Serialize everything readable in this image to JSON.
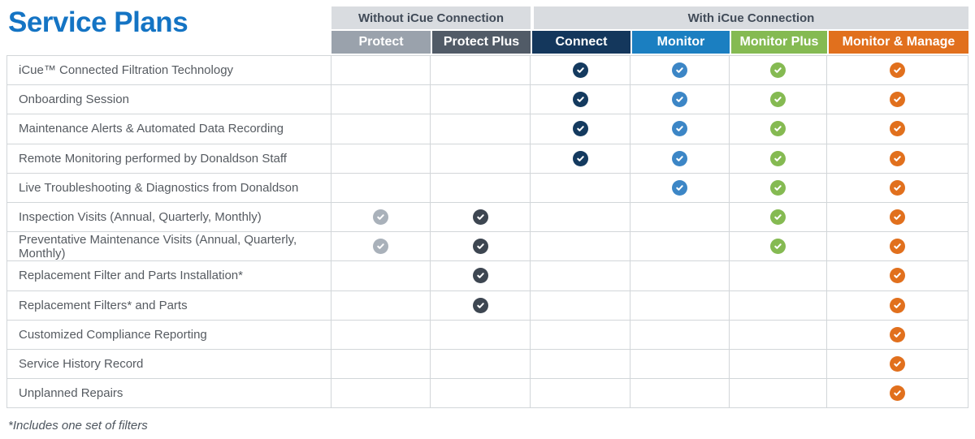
{
  "title": "Service Plans",
  "footnote": "*Includes one set of filters",
  "groups": [
    {
      "id": "without",
      "label": "Without iCue Connection"
    },
    {
      "id": "with",
      "label": "With iCue Connection"
    }
  ],
  "plans": [
    {
      "id": "protect",
      "label": "Protect",
      "header_bg": "#9aa2ac",
      "check_color": "#a9b1ba",
      "group": "without"
    },
    {
      "id": "protect-plus",
      "label": "Protect Plus",
      "header_bg": "#515b67",
      "check_color": "#3d4651",
      "group": "without"
    },
    {
      "id": "connect",
      "label": "Connect",
      "header_bg": "#14375c",
      "check_color": "#143a5f",
      "group": "with"
    },
    {
      "id": "monitor",
      "label": "Monitor",
      "header_bg": "#1b7fc1",
      "check_color": "#3c86c6",
      "group": "with"
    },
    {
      "id": "monitor-plus",
      "label": "Monitor Plus",
      "header_bg": "#85ba52",
      "check_color": "#85ba52",
      "group": "with"
    },
    {
      "id": "monitor-manage",
      "label": "Monitor & Manage",
      "header_bg": "#e1701d",
      "check_color": "#e1701d",
      "group": "with"
    }
  ],
  "rows": [
    {
      "label": "iCue™ Connected Filtration Technology",
      "checks": [
        false,
        false,
        true,
        true,
        true,
        true
      ]
    },
    {
      "label": "Onboarding Session",
      "checks": [
        false,
        false,
        true,
        true,
        true,
        true
      ]
    },
    {
      "label": "Maintenance Alerts & Automated Data Recording",
      "checks": [
        false,
        false,
        true,
        true,
        true,
        true
      ]
    },
    {
      "label": "Remote Monitoring performed by Donaldson Staff",
      "checks": [
        false,
        false,
        true,
        true,
        true,
        true
      ]
    },
    {
      "label": "Live Troubleshooting & Diagnostics from Donaldson",
      "checks": [
        false,
        false,
        false,
        true,
        true,
        true
      ]
    },
    {
      "label": "Inspection Visits (Annual, Quarterly, Monthly)",
      "checks": [
        true,
        true,
        false,
        false,
        true,
        true
      ]
    },
    {
      "label": "Preventative Maintenance Visits (Annual, Quarterly, Monthly)",
      "checks": [
        true,
        true,
        false,
        false,
        true,
        true
      ]
    },
    {
      "label": "Replacement Filter and Parts Installation*",
      "checks": [
        false,
        true,
        false,
        false,
        false,
        true
      ]
    },
    {
      "label": "Replacement Filters* and Parts",
      "checks": [
        false,
        true,
        false,
        false,
        false,
        true
      ]
    },
    {
      "label": "Customized Compliance Reporting",
      "checks": [
        false,
        false,
        false,
        false,
        false,
        true
      ]
    },
    {
      "label": "Service History Record",
      "checks": [
        false,
        false,
        false,
        false,
        false,
        true
      ]
    },
    {
      "label": "Unplanned Repairs",
      "checks": [
        false,
        false,
        false,
        false,
        false,
        true
      ]
    }
  ],
  "colors": {
    "title": "#1474c4",
    "band_bg": "#d9dce0",
    "band_text": "#414b58",
    "row_text": "#565b61",
    "grid_line": "#d2d6d9",
    "footnote": "#4d555e",
    "check_glyph": "#ffffff"
  },
  "icons": {
    "check": "check-circle-icon"
  },
  "chart_data": {
    "type": "table",
    "title": "Service Plans",
    "column_groups": [
      {
        "label": "Without iCue Connection",
        "columns": [
          "Protect",
          "Protect Plus"
        ]
      },
      {
        "label": "With iCue Connection",
        "columns": [
          "Connect",
          "Monitor",
          "Monitor Plus",
          "Monitor & Manage"
        ]
      }
    ],
    "columns": [
      "Protect",
      "Protect Plus",
      "Connect",
      "Monitor",
      "Monitor Plus",
      "Monitor & Manage"
    ],
    "row_labels": [
      "iCue™ Connected Filtration Technology",
      "Onboarding Session",
      "Maintenance Alerts & Automated Data Recording",
      "Remote Monitoring performed by Donaldson Staff",
      "Live Troubleshooting & Diagnostics from Donaldson",
      "Inspection Visits (Annual, Quarterly, Monthly)",
      "Preventative Maintenance Visits (Annual, Quarterly, Monthly)",
      "Replacement Filter and Parts Installation*",
      "Replacement Filters* and Parts",
      "Customized Compliance Reporting",
      "Service History Record",
      "Unplanned Repairs"
    ],
    "values": [
      [
        0,
        0,
        1,
        1,
        1,
        1
      ],
      [
        0,
        0,
        1,
        1,
        1,
        1
      ],
      [
        0,
        0,
        1,
        1,
        1,
        1
      ],
      [
        0,
        0,
        1,
        1,
        1,
        1
      ],
      [
        0,
        0,
        0,
        1,
        1,
        1
      ],
      [
        1,
        1,
        0,
        0,
        1,
        1
      ],
      [
        1,
        1,
        0,
        0,
        1,
        1
      ],
      [
        0,
        1,
        0,
        0,
        0,
        1
      ],
      [
        0,
        1,
        0,
        0,
        0,
        1
      ],
      [
        0,
        0,
        0,
        0,
        0,
        1
      ],
      [
        0,
        0,
        0,
        0,
        0,
        1
      ],
      [
        0,
        0,
        0,
        0,
        0,
        1
      ]
    ],
    "footnote": "*Includes one set of filters",
    "legend_position": "none",
    "grid": true
  }
}
